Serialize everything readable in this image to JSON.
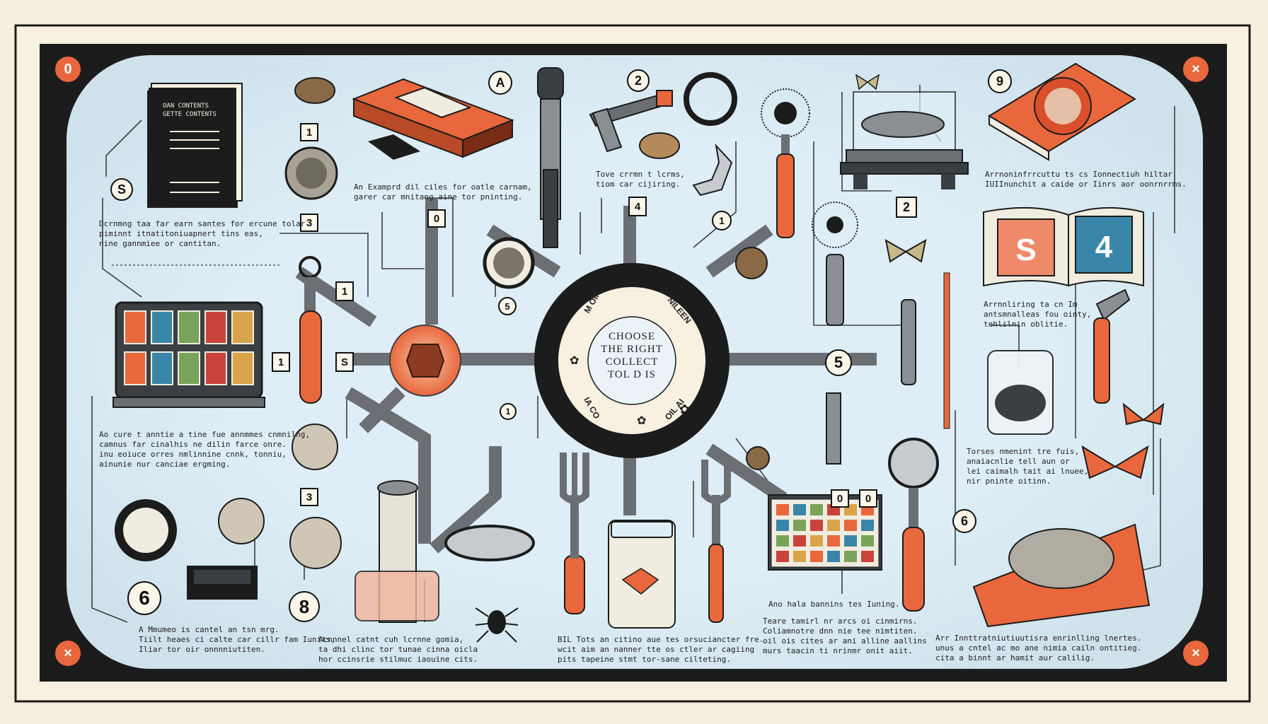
{
  "hub": {
    "text": "CHOOSE\nTHE RIGHT\nCOLLECT\nTOL D IS",
    "ring_top_left": "M OIN",
    "ring_top_right": "NILEEN",
    "ring_bottom_left": "IA CO",
    "ring_bottom_right": "OIL AI"
  },
  "corner_buttons": {
    "top_left": "0",
    "top_right": "×",
    "bottom_left": "×",
    "bottom_right": "×"
  },
  "markers": [
    {
      "id": "m-a",
      "text": "A"
    },
    {
      "id": "m-2a",
      "text": "2"
    },
    {
      "id": "m-9",
      "text": "9"
    },
    {
      "id": "m-s",
      "text": "S"
    },
    {
      "id": "m-1a",
      "text": "1"
    },
    {
      "id": "m-3a",
      "text": "3"
    },
    {
      "id": "m-0a",
      "text": "0"
    },
    {
      "id": "m-4",
      "text": "4"
    },
    {
      "id": "m-1b",
      "text": "1"
    },
    {
      "id": "m-2b",
      "text": "2"
    },
    {
      "id": "m-1c",
      "text": "1"
    },
    {
      "id": "m-1d",
      "text": "1"
    },
    {
      "id": "m-5a",
      "text": "S"
    },
    {
      "id": "m-5b",
      "text": "5"
    },
    {
      "id": "m-5c",
      "text": "5"
    },
    {
      "id": "m-1e",
      "text": "1"
    },
    {
      "id": "m-3b",
      "text": "3"
    },
    {
      "id": "m-6a",
      "text": "6"
    },
    {
      "id": "m-8",
      "text": "8"
    },
    {
      "id": "m-0b",
      "text": "0"
    },
    {
      "id": "m-0c",
      "text": "0"
    },
    {
      "id": "m-6b",
      "text": "6"
    }
  ],
  "labels": {
    "top_left_book": "OAN CONTENTS\nGETTE  CONTENTS",
    "coin_case": "An Examprd dil ciles for oatle carnam,\ngarer car mnitang aine tor pninting.",
    "tongs": "Tove crrmn t lcrms,\ntiom car cijiring.",
    "album_right": "Arrnoninfrrcuttu ts cs Ionnectiuh hiltar\nIUIInunchit a caide or Iinrs aor oonrnrrms.",
    "left_desc": "Dcrnmng taa far earn santes for ercune tolar\npiminnt itnatitoniuapnert tins eas,\nnine gannmiee or cantitan.",
    "stamps_right": "Arrnnliring ta cn Im\nantsmnalleas fou ointy,\ntehlilnin oblitie.",
    "stamp_case_desc": "Ao cure t anntie a tine fue annmmes cnmnilng,\ncamnus far cinalhis ne dilin farce onre.\ninu eoiuce orres nmlinnine cnnk, tonniu,\nainunie nur canciae ergming.",
    "jar_right": "Torses nmenint tre fuis,\nanaiacnlie tell aun or\nlei caimalh tait ai lnuee,\nnir pninte oitinn.",
    "bottom_left": "A  Mmumeo is cantel an tsn mrg.\nTiilt heaes ci calte car cillr fam Iunits,\nIliar tor oir onnnniutiten.",
    "bottom_mid_left": "Acnnnel catnt cuh lcrnne gomia,\nta dhi clinc tor tunae cinna oicla\nhor ccinsrie stilmuc iaouine cits.",
    "bottom_mid": "BIL  Tots an citino aue tes orsuciancter fre.\nwcit aim an nanner tte os ctler ar cagiing\npits tapeine stmt tor-sane cilteting.",
    "bottom_right_a": "Ano hala bannins tes Iuning.",
    "bottom_right_b": "Teare tamirl nr arcs oi cinmirns.\nColiamnotre dnn nie tee nimtiten.\noil ois cites ar ani alline aallins\nmurs taacin ti nrinmr onit aiit.",
    "bottom_far_right": "Arr  Innttratniutiuutisra enrinlling lnertes.\nunus a cntel ac mo ane nimia cailn ontitieg.\ncita a binnt ar hamit aur calilig."
  },
  "colors": {
    "accent": "#e8673c",
    "dark": "#1c1c1c",
    "panel": "#dfeef6",
    "frame": "#f6efdf",
    "steel": "#6b6f73",
    "blue": "#3a86a8"
  },
  "icons": [
    "notebook-icon",
    "coin-icon",
    "coin-case-icon",
    "holder-icon",
    "magnifier-handle-icon",
    "tweezers-icon",
    "ring-icon",
    "brush-icon",
    "butterfly-icon",
    "display-box-icon",
    "stamp-book-icon",
    "stamp-album-icon",
    "stamp-case-icon",
    "loupe-icon",
    "jar-icon",
    "coin-tray-icon",
    "spider-icon",
    "fork-icon",
    "knife-icon"
  ]
}
